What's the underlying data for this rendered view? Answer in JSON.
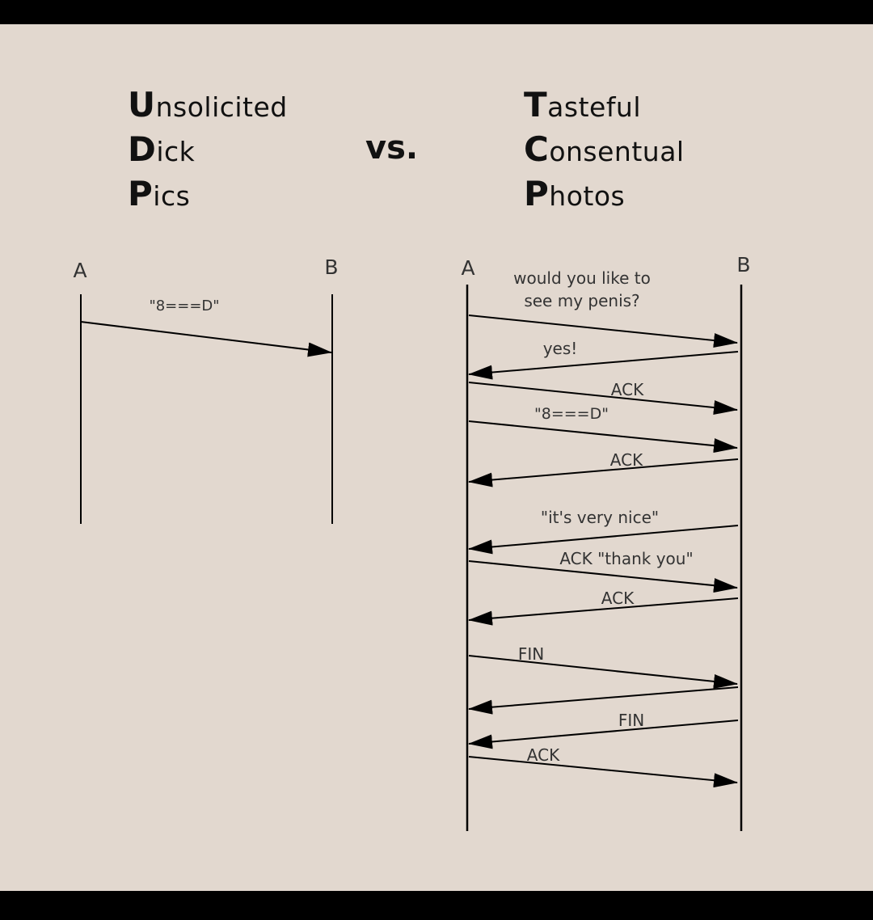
{
  "left_title": {
    "lines": [
      {
        "initial": "U",
        "rest": "nsolicited"
      },
      {
        "initial": "D",
        "rest": "ick"
      },
      {
        "initial": "P",
        "rest": "ics"
      }
    ]
  },
  "vs_label": "vs.",
  "right_title": {
    "lines": [
      {
        "initial": "T",
        "rest": "asteful"
      },
      {
        "initial": "C",
        "rest": "onsentual"
      },
      {
        "initial": "P",
        "rest": "hotos"
      }
    ]
  },
  "left_diagram": {
    "lifeline_a": "A",
    "lifeline_b": "B",
    "messages": [
      {
        "label": "\"8===D\"",
        "direction": "A->B"
      }
    ]
  },
  "right_diagram": {
    "lifeline_a": "A",
    "lifeline_b": "B",
    "messages": [
      {
        "label": "would you like to",
        "label2": "see my penis?",
        "direction": "A->B"
      },
      {
        "label": "yes!",
        "direction": "B->A"
      },
      {
        "label": "ACK",
        "direction": "A->B"
      },
      {
        "label": "\"8===D\"",
        "direction": "A->B"
      },
      {
        "label": "ACK",
        "direction": "B->A"
      },
      {
        "label": "\"it's very nice\"",
        "direction": "B->A"
      },
      {
        "label": "ACK \"thank you\"",
        "direction": "A->B"
      },
      {
        "label": "ACK",
        "direction": "B->A"
      },
      {
        "label": "FIN",
        "direction": "A->B"
      },
      {
        "label": "",
        "direction": "B->A"
      },
      {
        "label": "FIN",
        "direction": "B->A"
      },
      {
        "label": "ACK",
        "direction": "A->B"
      }
    ]
  }
}
